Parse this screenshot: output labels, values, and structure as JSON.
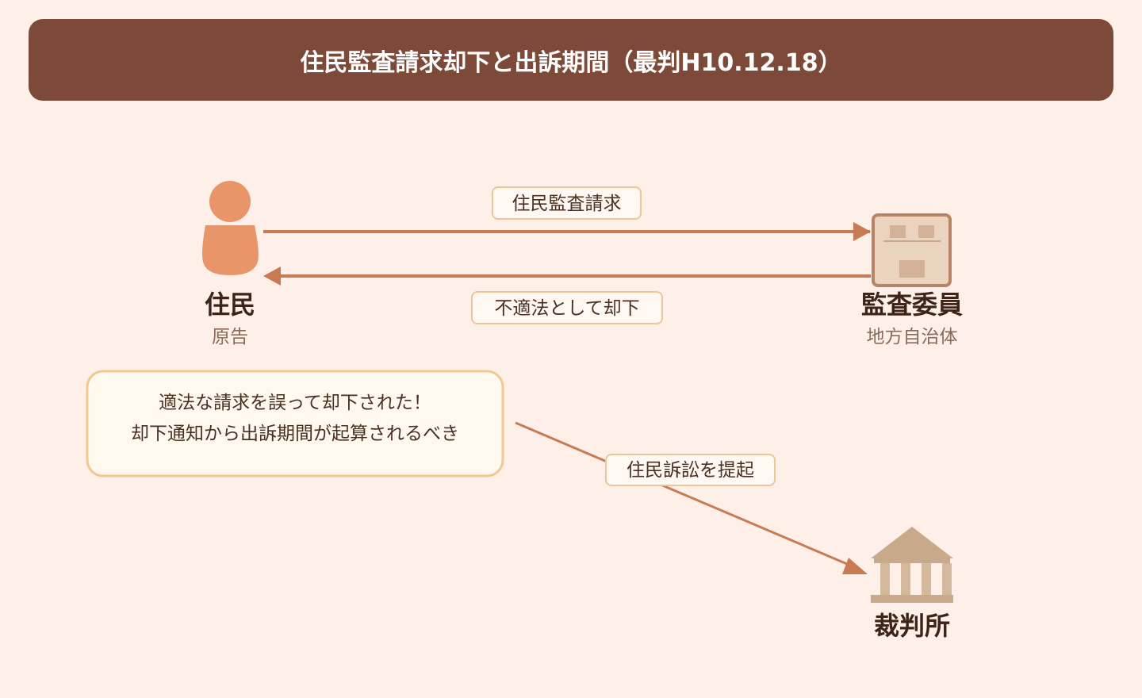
{
  "title": "住民監査請求却下と出訴期間（最判H10.12.18）",
  "actors": {
    "resident": {
      "name": "住民",
      "role": "原告"
    },
    "auditor": {
      "name": "監査委員",
      "role": "地方自治体"
    },
    "court": {
      "name": "裁判所"
    }
  },
  "arrows": {
    "request": "住民監査請求",
    "rejection": "不適法として却下",
    "lawsuit": "住民訴訟を提起"
  },
  "speech": {
    "line1": "適法な請求を誤って却下された！",
    "line2": "却下通知から出訴期間が起算されるべき"
  },
  "colors": {
    "header": "#7d4a3a",
    "arrow": "#c87b52",
    "person": "#e8956a",
    "bg": "#fef0e8"
  }
}
